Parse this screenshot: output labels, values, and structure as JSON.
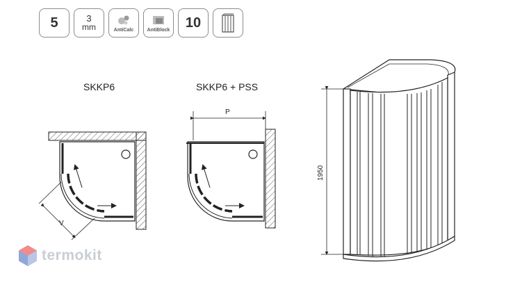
{
  "badges": {
    "thickness": "5",
    "glass_mm_value": "3",
    "glass_mm_unit": "mm",
    "anticalc": "AntiCalc",
    "antiblock": "AntiBlock",
    "warranty": "10"
  },
  "diagrams": {
    "left_title": "SKKP6",
    "middle_title": "SKKP6 + PSS",
    "dim_p": "P",
    "dim_v": "V",
    "dim_height": "1950"
  },
  "watermark": {
    "text": "termokit",
    "logo_icon": "hexagon-logo-icon"
  },
  "colors": {
    "line": "#222222",
    "badge_border": "#8c8c8c",
    "watermark": "#c9ced3",
    "logo_red": "#f28b8b",
    "logo_blue": "#8fa8d8"
  }
}
